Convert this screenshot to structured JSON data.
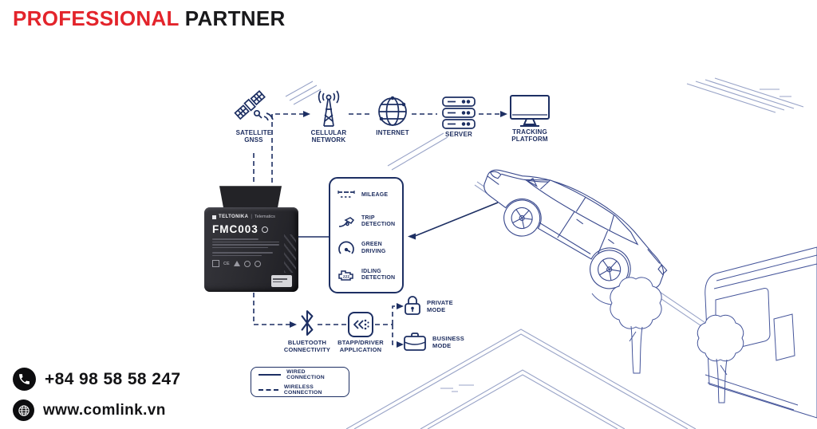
{
  "header": {
    "brand_red": "PROFESSIONAL",
    "brand_black": "PARTNER"
  },
  "flow": {
    "nodes": {
      "satellite": {
        "lines": [
          "SATELLITE",
          "GNSS"
        ]
      },
      "cellular": {
        "lines": [
          "CELLULAR",
          "NETWORK"
        ]
      },
      "internet": {
        "lines": [
          "INTERNET"
        ]
      },
      "server": {
        "lines": [
          "SERVER"
        ]
      },
      "tracking": {
        "lines": [
          "TRACKING",
          "PLATFORM"
        ]
      },
      "bluetooth": {
        "lines": [
          "BLUETOOTH",
          "CONNECTIVITY"
        ]
      },
      "btapp": {
        "lines": [
          "BTAPP/DRIVER",
          "APPLICATION"
        ]
      },
      "private_mode": {
        "lines": [
          "PRIVATE",
          "MODE"
        ]
      },
      "business_mode": {
        "lines": [
          "BUSINESS",
          "MODE"
        ]
      }
    },
    "features": [
      {
        "lines": [
          "MILEAGE",
          ""
        ]
      },
      {
        "lines": [
          "TRIP",
          "DETECTION"
        ]
      },
      {
        "lines": [
          "GREEN",
          "DRIVING"
        ]
      },
      {
        "lines": [
          "IDLING",
          "DETECTION"
        ]
      }
    ]
  },
  "device": {
    "brand": "TELTONIKA",
    "brand_divider": "|",
    "brand_sub": "Telematics",
    "model": "FMC003"
  },
  "legend": {
    "wired": "WIRED CONNECTION",
    "wireless": "WIRELESS CONNECTION"
  },
  "contact": {
    "phone": "+84 98 58 58 247",
    "website": "www.comlink.vn"
  },
  "icons": {
    "satellite-icon": "satellite",
    "cellular-icon": "antenna-tower",
    "internet-icon": "globe",
    "server-icon": "server-stack",
    "tracking-icon": "desktop-monitor",
    "bluetooth-icon": "bluetooth-rune",
    "btapp-icon": "mobile-app-arrows",
    "private-icon": "padlock",
    "business-icon": "briefcase",
    "mileage-icon": "road-dashes",
    "trip-icon": "car-on-slope",
    "green-icon": "speed-gauge",
    "idling-icon": "engine-zzz",
    "phone-icon": "phone-handset",
    "website-icon": "globe"
  },
  "colors": {
    "accent_red": "#e3242b",
    "diagram_navy": "#1d2f63",
    "artwork_blue": "#46569b",
    "road_blue": "#98a3c7",
    "device_black": "#2a2a2f",
    "text_black": "#161616"
  }
}
